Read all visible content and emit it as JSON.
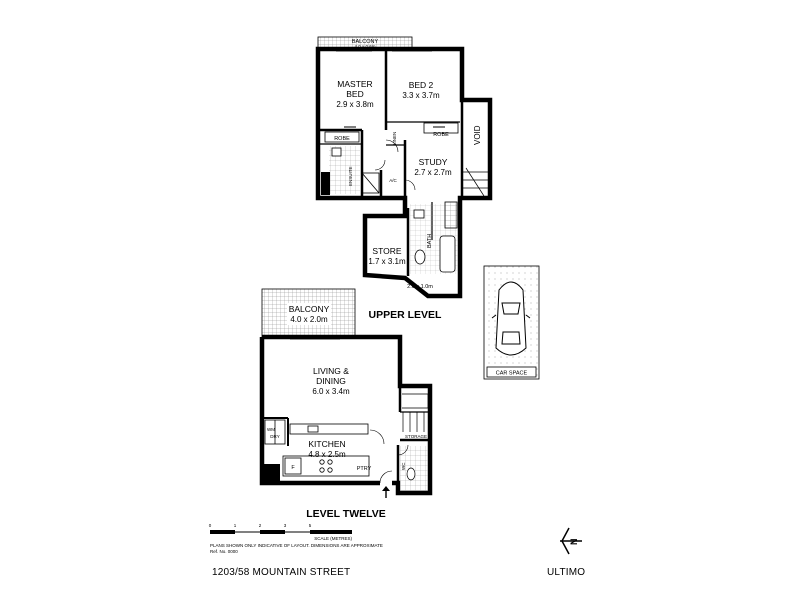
{
  "upper_level": {
    "title": "UPPER LEVEL",
    "balcony": "BALCONY",
    "balcony_dims": "4.0 x 0.6m",
    "master_bed": "MASTER",
    "master_bed_2": "BED",
    "master_dims": "2.9 x 3.8m",
    "bed2": "BED 2",
    "bed2_dims": "3.3 x 3.7m",
    "robe": "ROBE",
    "robe2": "ROBE",
    "linen": "LINEN",
    "ensuite": "ENSUITE",
    "ac": "A/C",
    "study": "STUDY",
    "study_dims": "2.7 x 2.7m",
    "void": "VOID",
    "store": "STORE",
    "store_dims": "1.7 x 3.1m",
    "bath": "BATH",
    "bath_dims": "2.0 x 1.0m"
  },
  "level_twelve": {
    "title": "LEVEL TWELVE",
    "balcony": "BALCONY",
    "balcony_dims": "4.0 x 2.0m",
    "living": "LIVING &",
    "living_2": "DINING",
    "living_dims": "6.0 x 3.4m",
    "wm": "WM",
    "dry": "DRY",
    "kitchen": "KITCHEN",
    "kitchen_dims": "4.8 x 2.5m",
    "fridge": "F",
    "pantry": "PTRY",
    "storage": "STORAGE",
    "wc": "WC"
  },
  "car_space": {
    "label": "CAR SPACE"
  },
  "scale": {
    "ticks": [
      "0",
      "1",
      "2",
      "3",
      "5"
    ],
    "label": "SCALE (METRES)",
    "disclaimer": "PLANS SHOWN ONLY INDICATIVE OF LAYOUT. DIMENSIONS ARE APPROXIMATE",
    "ref": "Ref. No. 0000"
  },
  "footer": {
    "address": "1203/58 MOUNTAIN STREET",
    "suburb": "ULTIMO"
  },
  "north": {
    "letter": "N"
  }
}
